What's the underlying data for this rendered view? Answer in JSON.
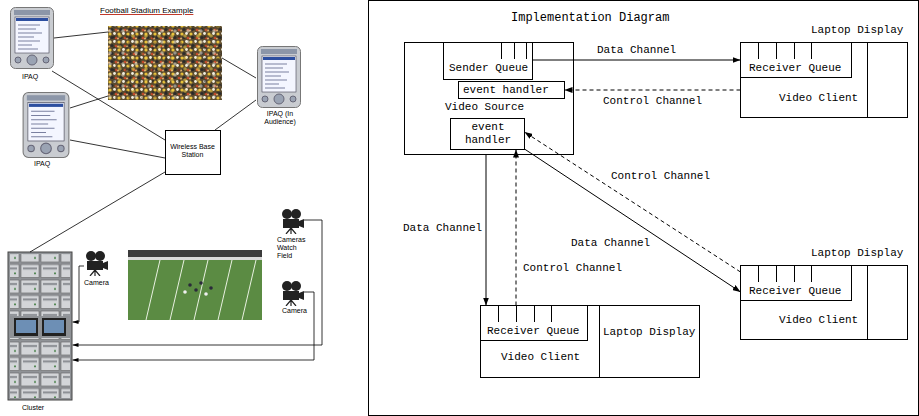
{
  "diagram": {
    "nodes": [
      {
        "text": [
          "Wireless Base Station"
        ]
      },
      {
        "text": [
          "Implementation Diagram"
        ]
      },
      {
        "text": [
          "Video Source"
        ],
        "in": 1
      },
      {
        "text": [
          "Sender Queue"
        ],
        "in": 2
      },
      {
        "text": [
          "event handler"
        ],
        "in": 2
      },
      {
        "text": [
          "event handler"
        ],
        "in": 2
      },
      {
        "text": [
          "Laptop Display"
        ],
        "in": 1
      },
      {
        "text": [
          "Video Client"
        ],
        "in": 6
      },
      {
        "text": [
          "Receiver Queue"
        ],
        "in": 7
      },
      {
        "text": [
          "Laptop Display"
        ],
        "in": 1
      },
      {
        "text": [
          "Video Client"
        ],
        "in": 9
      },
      {
        "text": [
          "Receiver Queue"
        ],
        "in": 10
      },
      {
        "text": [
          "Laptop Display"
        ],
        "in": 1
      },
      {
        "text": [
          "Video Client"
        ],
        "in": 12
      },
      {
        "text": [
          "Receiver Queue"
        ],
        "in": 13
      }
    ],
    "edges": [
      {
        "from": 3,
        "to": 8,
        "label": "Data Channel",
        "arrow": "to"
      },
      {
        "from": 7,
        "to": 4,
        "label": "Control Channel",
        "arrow": "to"
      },
      {
        "from": 5,
        "to": 11,
        "label": "Data Channel",
        "arrow": "to"
      },
      {
        "from": 10,
        "to": 5,
        "label": "Control Channel",
        "arrow": "to"
      },
      {
        "from": 2,
        "to": 14,
        "label": "Data Channel",
        "arrow": "to"
      },
      {
        "from": 13,
        "to": 5,
        "label": "Control Channel",
        "arrow": "to"
      }
    ],
    "labels": [
      "Football Stadium Example",
      "IPAQ",
      "IPAQ (In Audience)",
      "IPAQ",
      "Camera",
      "Cameras Watch Field",
      "Camera",
      "Cluster"
    ]
  }
}
